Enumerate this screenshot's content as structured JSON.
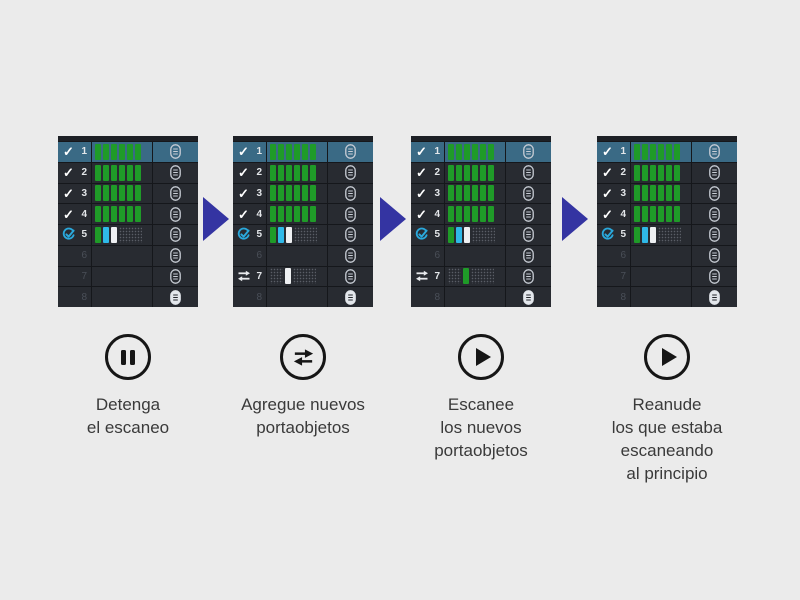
{
  "colors": {
    "page_bg": "#ebebeb",
    "panel_bg": "#282b31",
    "panel_header_bg": "#1d2025",
    "row_border": "#15171b",
    "row_highlight": "#3a6a85",
    "slide_green": "#1f9b28",
    "slide_cyan": "#2fb9e8",
    "slide_white": "#eef0f2",
    "dots": "#5a5e66",
    "num_bright": "#e4e7ea",
    "num_dim": "#4a4f58",
    "check": "#ffffff",
    "scan_icon": "#2aa9dc",
    "swap_icon": "#e8eaed",
    "cassette_stroke": "#c9ced6",
    "cassette_bright_fill": "#e3e7ec",
    "cassette_bright_line": "#23262b",
    "arrow": "#3434a2",
    "step_icon": "#161616",
    "label_text": "#3a3a3a"
  },
  "slide_patterns": {
    "full": [
      "green",
      "green",
      "green",
      "green",
      "green",
      "green"
    ],
    "partial": [
      "green",
      "cyan",
      "white",
      "dots_wide"
    ],
    "pending_white": [
      "dots_narrow",
      "white",
      "dots_wide"
    ],
    "pending_green": [
      "dots_narrow",
      "green",
      "dots_wide"
    ],
    "none": []
  },
  "steps": [
    {
      "icon": "pause",
      "label_lines": [
        "Detenga",
        "el escaneo"
      ],
      "rows": [
        {
          "num": "1",
          "status": "done",
          "slides": "full",
          "highlighted": true
        },
        {
          "num": "2",
          "status": "done",
          "slides": "full",
          "highlighted": false
        },
        {
          "num": "3",
          "status": "done",
          "slides": "full",
          "highlighted": false
        },
        {
          "num": "4",
          "status": "done",
          "slides": "full",
          "highlighted": false
        },
        {
          "num": "5",
          "status": "scanning",
          "slides": "partial",
          "highlighted": false
        },
        {
          "num": "6",
          "status": "empty",
          "slides": "none",
          "highlighted": false
        },
        {
          "num": "7",
          "status": "empty",
          "slides": "none",
          "highlighted": false
        },
        {
          "num": "8",
          "status": "empty",
          "slides": "none",
          "highlighted": false
        }
      ]
    },
    {
      "icon": "transfer",
      "label_lines": [
        "Agregue nuevos",
        "portaobjetos"
      ],
      "rows": [
        {
          "num": "1",
          "status": "done",
          "slides": "full",
          "highlighted": true
        },
        {
          "num": "2",
          "status": "done",
          "slides": "full",
          "highlighted": false
        },
        {
          "num": "3",
          "status": "done",
          "slides": "full",
          "highlighted": false
        },
        {
          "num": "4",
          "status": "done",
          "slides": "full",
          "highlighted": false
        },
        {
          "num": "5",
          "status": "scanning",
          "slides": "partial",
          "highlighted": false
        },
        {
          "num": "6",
          "status": "empty",
          "slides": "none",
          "highlighted": false
        },
        {
          "num": "7",
          "status": "swap",
          "slides": "pending_white",
          "highlighted": false
        },
        {
          "num": "8",
          "status": "empty",
          "slides": "none",
          "highlighted": false
        }
      ]
    },
    {
      "icon": "play",
      "label_lines": [
        "Escanee",
        "los nuevos",
        "portaobjetos"
      ],
      "rows": [
        {
          "num": "1",
          "status": "done",
          "slides": "full",
          "highlighted": true
        },
        {
          "num": "2",
          "status": "done",
          "slides": "full",
          "highlighted": false
        },
        {
          "num": "3",
          "status": "done",
          "slides": "full",
          "highlighted": false
        },
        {
          "num": "4",
          "status": "done",
          "slides": "full",
          "highlighted": false
        },
        {
          "num": "5",
          "status": "scanning",
          "slides": "partial",
          "highlighted": false
        },
        {
          "num": "6",
          "status": "empty",
          "slides": "none",
          "highlighted": false
        },
        {
          "num": "7",
          "status": "swap",
          "slides": "pending_green",
          "highlighted": false
        },
        {
          "num": "8",
          "status": "empty",
          "slides": "none",
          "highlighted": false
        }
      ]
    },
    {
      "icon": "play",
      "label_lines": [
        "Reanude",
        "los que estaba",
        "escaneando",
        "al principio"
      ],
      "rows": [
        {
          "num": "1",
          "status": "done",
          "slides": "full",
          "highlighted": true
        },
        {
          "num": "2",
          "status": "done",
          "slides": "full",
          "highlighted": false
        },
        {
          "num": "3",
          "status": "done",
          "slides": "full",
          "highlighted": false
        },
        {
          "num": "4",
          "status": "done",
          "slides": "full",
          "highlighted": false
        },
        {
          "num": "5",
          "status": "scanning",
          "slides": "partial",
          "highlighted": false
        },
        {
          "num": "6",
          "status": "empty",
          "slides": "none",
          "highlighted": false
        },
        {
          "num": "7",
          "status": "empty",
          "slides": "none",
          "highlighted": false
        },
        {
          "num": "8",
          "status": "empty",
          "slides": "none",
          "highlighted": false
        }
      ]
    }
  ]
}
